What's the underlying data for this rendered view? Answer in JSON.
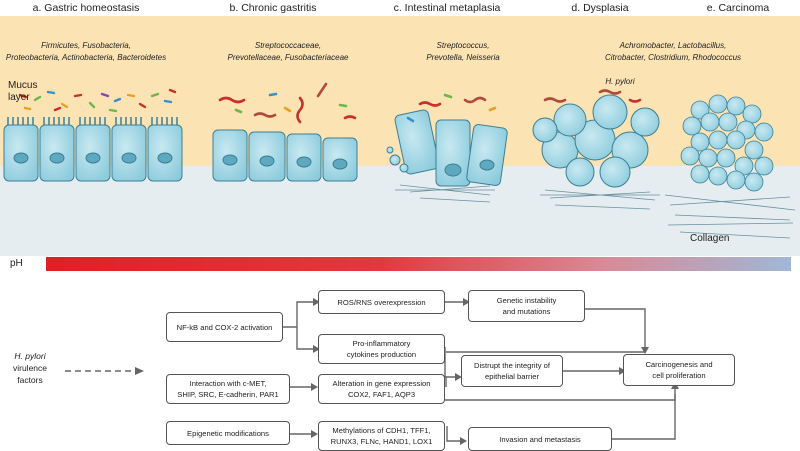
{
  "stages": [
    {
      "title": "a. Gastric homeostasis",
      "bacteria": [
        "Firmicutes, Fusobacteria,",
        "Proteobacteria, Actinobacteria, Bacteroidetes"
      ]
    },
    {
      "title": "b. Chronic gastritis",
      "bacteria": [
        "Streptococcaceae,",
        "Prevotellaceae, Fusobacteriaceae"
      ]
    },
    {
      "title": "c. Intestinal metaplasia",
      "bacteria": [
        "Streptococcus,",
        "Prevotella, Neisseria"
      ]
    },
    {
      "title": "d. Dysplasia",
      "bacteria": [
        "H. pylori"
      ]
    },
    {
      "title": "e. Carcinoma",
      "bacteria": [
        "Achromobacter, Lactobacillus,",
        "Citrobacter, Clostridium, Rhodococcus"
      ]
    }
  ],
  "labels": {
    "mucus": [
      "Mucus",
      "layer"
    ],
    "collagen": "Collagen",
    "ph": "pH"
  },
  "virulence": [
    "H. pylori",
    "virulence",
    "factors"
  ],
  "boxes": {
    "nfkb": "NF-kB and COX-2 activation",
    "cmet": "Interaction with c-MET,\nSHIP, SRC, E-cadherin, PAR1",
    "epigenetic": "Epigenetic modifications",
    "ros": "ROS/RNS overexpression",
    "proinflam": "Pro-inflammatory\ncytokines production",
    "alteration": "Alteration in gene expression\nCOX2, FAF1, AQP3",
    "methylation": "Methylations of CDH1, TFF1,\nRUNX3, FLNc, HAND1, LOX1",
    "genetic": "Genetic instability\nand mutations",
    "disrupt": "Distrupt the integrity of\nepithelial barrier",
    "invasion": "Invasion and metastasis",
    "carcino": "Carcinogenesis and\ncell proliferation"
  },
  "colors": {
    "mucus": "#fbe3b4",
    "cell": "#a9d8e6",
    "cell_border": "#3d7f94",
    "ph_start": "#e01f26",
    "ph_end": "#9fb7d6"
  }
}
